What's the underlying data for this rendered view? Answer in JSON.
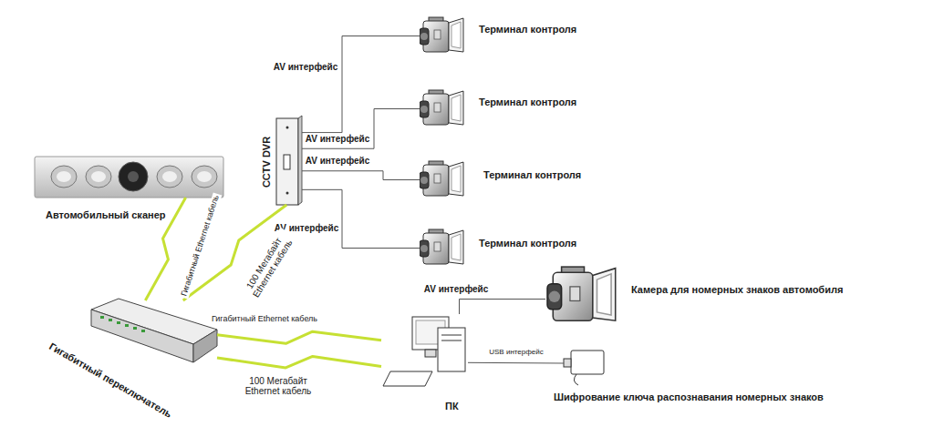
{
  "diagram": {
    "nodes": [
      {
        "text": [
          "Терминал контроля"
        ]
      },
      {
        "text": [
          "Терминал контроля"
        ]
      },
      {
        "text": [
          "Терминал контроля"
        ]
      },
      {
        "text": [
          "Терминал контроля"
        ]
      },
      {
        "text": [
          "Автомобильный сканер"
        ]
      },
      {
        "text": [
          "CCTV DVR"
        ]
      },
      {
        "text": [
          "Камера для номерных знаков автомобиля"
        ]
      },
      {
        "text": [
          "Гигабитный переключатель"
        ]
      },
      {
        "text": [
          "ПК"
        ]
      },
      {
        "text": [
          "Шифрование ключа распознавания номерных знаков"
        ]
      }
    ],
    "edges": [
      {
        "from": 5,
        "to": 0,
        "label": "AV интерфейс",
        "arrow": "none"
      },
      {
        "from": 5,
        "to": 1,
        "label": "AV интерфейс",
        "arrow": "none"
      },
      {
        "from": 5,
        "to": 2,
        "label": "AV интерфейс",
        "arrow": "none"
      },
      {
        "from": 5,
        "to": 3,
        "label": "AV интерфейс",
        "arrow": "none"
      },
      {
        "from": 4,
        "to": 7,
        "label": "Гигабитный Ethernet кабель",
        "arrow": "none"
      },
      {
        "from": 5,
        "to": 7,
        "label": "100 Мегабайт Ethernet кабель",
        "arrow": "none"
      },
      {
        "from": 7,
        "to": 8,
        "label": "Гигабитный Ethernet кабель",
        "arrow": "none"
      },
      {
        "from": 7,
        "to": 8,
        "label": "100 Мегабайт Ethernet кабель",
        "arrow": "none"
      },
      {
        "from": 8,
        "to": 6,
        "label": "AV интерфейс",
        "arrow": "none"
      },
      {
        "from": 8,
        "to": 9,
        "label": "USB интерфейс",
        "arrow": "none"
      }
    ]
  }
}
